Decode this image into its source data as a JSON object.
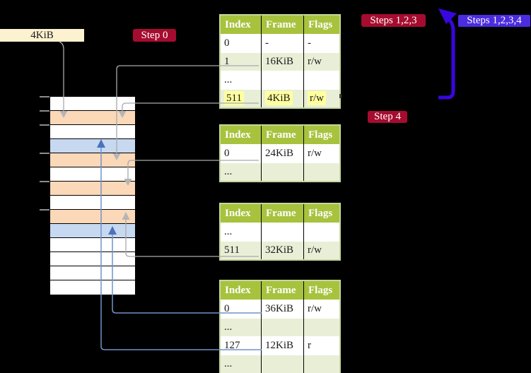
{
  "labels": {
    "frame_size": "4KiB",
    "step0": "Step 0",
    "steps123": "Steps 1,2,3",
    "steps1234": "Steps 1,2,3,4",
    "step4": "Step 4"
  },
  "colors": {
    "crimson": "#a60c2f",
    "violet": "#4b2ce0",
    "violetArrow": "#3807dd",
    "tableHeaderBg": "#a7c23d",
    "tableRowAlt": "#e9efd7",
    "tableBorder": "#c4d79e",
    "highlight": "#feff9e",
    "peach": "#fbd8b8",
    "lightBlue": "#c7d9f1",
    "cream": "#fcf2cf",
    "grayLine": "#a9a9a9",
    "grayHead": "#b5b5b5",
    "blueLine": "#7292c8",
    "blueHead": "#4a73ba",
    "tick": "#8c8c8c"
  },
  "memory_strip": {
    "row_colors": [
      "white",
      "peach",
      "white",
      "blue",
      "peach",
      "white",
      "peach",
      "white",
      "peach",
      "blue",
      "white",
      "white",
      "white",
      "white"
    ]
  },
  "tables": [
    {
      "id": "pt-level4",
      "headers": [
        "Index",
        "Frame",
        "Flags"
      ],
      "rows": [
        {
          "cells": [
            "0",
            "-",
            "-"
          ],
          "shaded": false,
          "highlighted": false
        },
        {
          "cells": [
            "1",
            "16KiB",
            "r/w"
          ],
          "shaded": true,
          "highlighted": false
        },
        {
          "cells": [
            "...",
            "",
            ""
          ],
          "shaded": false,
          "highlighted": false
        },
        {
          "cells": [
            "511",
            "4KiB",
            "r/w"
          ],
          "shaded": true,
          "highlighted": true
        }
      ]
    },
    {
      "id": "pt-mid-a",
      "headers": [
        "Index",
        "Frame",
        "Flags"
      ],
      "rows": [
        {
          "cells": [
            "0",
            "24KiB",
            "r/w"
          ],
          "shaded": false,
          "highlighted": false
        },
        {
          "cells": [
            "...",
            "",
            ""
          ],
          "shaded": true,
          "highlighted": false
        }
      ]
    },
    {
      "id": "pt-mid-b",
      "headers": [
        "Index",
        "Frame",
        "Flags"
      ],
      "rows": [
        {
          "cells": [
            "...",
            "",
            ""
          ],
          "shaded": false,
          "highlighted": false
        },
        {
          "cells": [
            "511",
            "32KiB",
            "r/w"
          ],
          "shaded": true,
          "highlighted": false
        }
      ]
    },
    {
      "id": "pt-level1",
      "headers": [
        "Index",
        "Frame",
        "Flags"
      ],
      "rows": [
        {
          "cells": [
            "0",
            "36KiB",
            "r/w"
          ],
          "shaded": false,
          "highlighted": false
        },
        {
          "cells": [
            "...",
            "",
            ""
          ],
          "shaded": true,
          "highlighted": false
        },
        {
          "cells": [
            "127",
            "12KiB",
            "r"
          ],
          "shaded": false,
          "highlighted": false
        },
        {
          "cells": [
            "...",
            "",
            ""
          ],
          "shaded": true,
          "highlighted": false
        }
      ]
    }
  ]
}
